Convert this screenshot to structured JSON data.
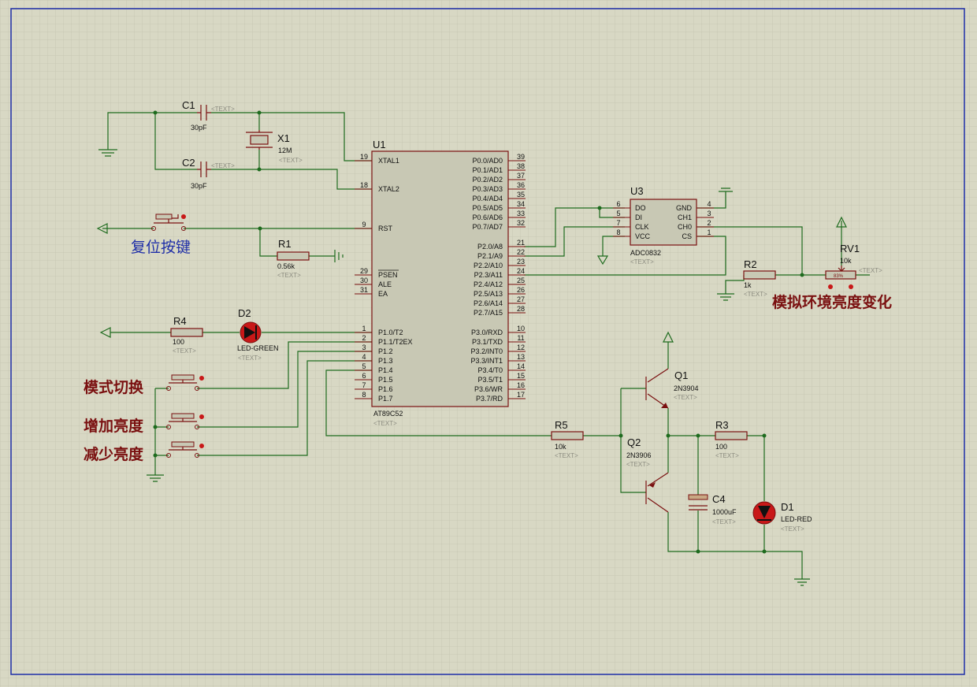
{
  "colors": {
    "background": "#d8d8c4",
    "grid": "#c7c7b4",
    "wire": "#1e6b1e",
    "component": "#7a1010",
    "sheet_border": "#1e2ea8"
  },
  "annotations": {
    "reset_key": "复位按键",
    "ambient_brightness": "模拟环境亮度变化",
    "mode_switch": "模式切换",
    "increase_brightness": "增加亮度",
    "decrease_brightness": "减少亮度"
  },
  "mcu": {
    "ref": "U1",
    "part": "AT89C52",
    "text": "<TEXT>",
    "left_pins": [
      {
        "num": "19",
        "label": "XTAL1"
      },
      {
        "num": "18",
        "label": "XTAL2"
      },
      {
        "num": "9",
        "label": "RST"
      },
      {
        "num": "29",
        "label": "PSEN"
      },
      {
        "num": "30",
        "label": "ALE"
      },
      {
        "num": "31",
        "label": "EA"
      },
      {
        "num": "1",
        "label": "P1.0/T2"
      },
      {
        "num": "2",
        "label": "P1.1/T2EX"
      },
      {
        "num": "3",
        "label": "P1.2"
      },
      {
        "num": "4",
        "label": "P1.3"
      },
      {
        "num": "5",
        "label": "P1.4"
      },
      {
        "num": "6",
        "label": "P1.5"
      },
      {
        "num": "7",
        "label": "P1.6"
      },
      {
        "num": "8",
        "label": "P1.7"
      }
    ],
    "right_pins": [
      {
        "num": "39",
        "label": "P0.0/AD0"
      },
      {
        "num": "38",
        "label": "P0.1/AD1"
      },
      {
        "num": "37",
        "label": "P0.2/AD2"
      },
      {
        "num": "36",
        "label": "P0.3/AD3"
      },
      {
        "num": "35",
        "label": "P0.4/AD4"
      },
      {
        "num": "34",
        "label": "P0.5/AD5"
      },
      {
        "num": "33",
        "label": "P0.6/AD6"
      },
      {
        "num": "32",
        "label": "P0.7/AD7"
      },
      {
        "num": "21",
        "label": "P2.0/A8"
      },
      {
        "num": "22",
        "label": "P2.1/A9"
      },
      {
        "num": "23",
        "label": "P2.2/A10"
      },
      {
        "num": "24",
        "label": "P2.3/A11"
      },
      {
        "num": "25",
        "label": "P2.4/A12"
      },
      {
        "num": "26",
        "label": "P2.5/A13"
      },
      {
        "num": "27",
        "label": "P2.6/A14"
      },
      {
        "num": "28",
        "label": "P2.7/A15"
      },
      {
        "num": "10",
        "label": "P3.0/RXD"
      },
      {
        "num": "11",
        "label": "P3.1/TXD"
      },
      {
        "num": "12",
        "label": "P3.2/INT0"
      },
      {
        "num": "13",
        "label": "P3.3/INT1"
      },
      {
        "num": "14",
        "label": "P3.4/T0"
      },
      {
        "num": "15",
        "label": "P3.5/T1"
      },
      {
        "num": "16",
        "label": "P3.6/WR"
      },
      {
        "num": "17",
        "label": "P3.7/RD"
      }
    ]
  },
  "adc": {
    "ref": "U3",
    "part": "ADC0832",
    "text": "<TEXT>",
    "left_pins": [
      {
        "num": "6",
        "label": "DO"
      },
      {
        "num": "5",
        "label": "DI"
      },
      {
        "num": "7",
        "label": "CLK"
      },
      {
        "num": "8",
        "label": "VCC"
      }
    ],
    "right_pins": [
      {
        "num": "4",
        "label": "GND"
      },
      {
        "num": "3",
        "label": "CH1"
      },
      {
        "num": "2",
        "label": "CH0"
      },
      {
        "num": "1",
        "label": "CS"
      }
    ]
  },
  "components": {
    "c1": {
      "ref": "C1",
      "value": "30pF",
      "text": "<TEXT>"
    },
    "c2": {
      "ref": "C2",
      "value": "30pF",
      "text": "<TEXT>"
    },
    "x1": {
      "ref": "X1",
      "value": "12M",
      "text": "<TEXT>"
    },
    "r1": {
      "ref": "R1",
      "value": "0.56k",
      "text": "<TEXT>"
    },
    "r2": {
      "ref": "R2",
      "value": "1k",
      "text": "<TEXT>"
    },
    "r3": {
      "ref": "R3",
      "value": "100",
      "text": "<TEXT>"
    },
    "r4": {
      "ref": "R4",
      "value": "100",
      "text": "<TEXT>"
    },
    "r5": {
      "ref": "R5",
      "value": "10k",
      "text": "<TEXT>"
    },
    "rv1": {
      "ref": "RV1",
      "value": "10k",
      "setting": "83%",
      "text": "<TEXT>"
    },
    "d1": {
      "ref": "D1",
      "value": "LED-RED",
      "text": "<TEXT>"
    },
    "d2": {
      "ref": "D2",
      "value": "LED-GREEN",
      "text": "<TEXT>"
    },
    "q1": {
      "ref": "Q1",
      "value": "2N3904",
      "text": "<TEXT>"
    },
    "q2": {
      "ref": "Q2",
      "value": "2N3906",
      "text": "<TEXT>"
    },
    "c4": {
      "ref": "C4",
      "value": "1000uF",
      "text": "<TEXT>"
    }
  }
}
